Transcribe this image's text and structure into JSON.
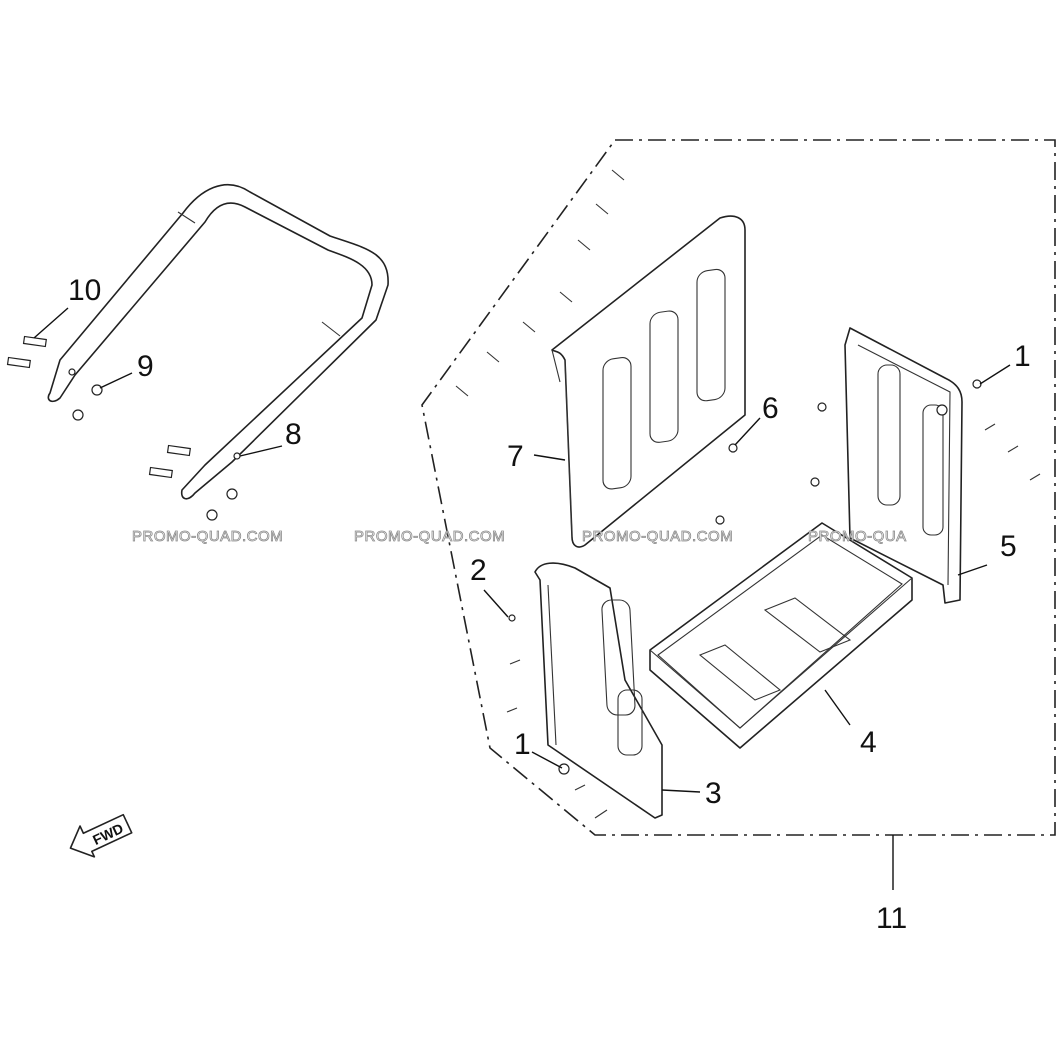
{
  "callouts": {
    "c10": "10",
    "c9": "9",
    "c8": "8",
    "c7": "7",
    "c6": "6",
    "c1a": "1",
    "c5": "5",
    "c2": "2",
    "c4": "4",
    "c1b": "1",
    "c3": "3",
    "c11": "11"
  },
  "watermarks": {
    "w1": "PROMO-QUAD.COM",
    "w2": "PROMO-QUAD.COM",
    "w3": "PROMO-QUAD.COM",
    "w4": "PROMO-QUA"
  },
  "fwd_label": "FWD"
}
